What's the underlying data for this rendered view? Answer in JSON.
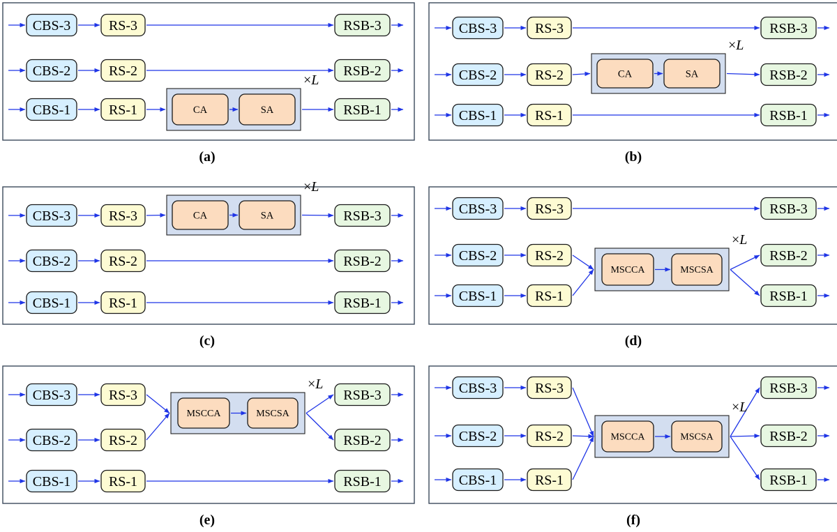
{
  "blocks": {
    "cbs3": "CBS-3",
    "cbs2": "CBS-2",
    "cbs1": "CBS-1",
    "rs3": "RS-3",
    "rs2": "RS-2",
    "rs1": "RS-1",
    "rsb3": "RSB-3",
    "rsb2": "RSB-2",
    "rsb1": "RSB-1",
    "ca": "CA",
    "sa": "SA",
    "mscca": "MSCCA",
    "mscsa": "MSCSA"
  },
  "repeat": {
    "symbol": "×",
    "variable": "L"
  },
  "panels": [
    {
      "caption": "(a)",
      "attention": "CA/SA",
      "inputs": [
        "RS-1"
      ],
      "outputs": [
        "RSB-1"
      ]
    },
    {
      "caption": "(b)",
      "attention": "CA/SA",
      "inputs": [
        "RS-2"
      ],
      "outputs": [
        "RSB-2"
      ]
    },
    {
      "caption": "(c)",
      "attention": "CA/SA",
      "inputs": [
        "RS-3"
      ],
      "outputs": [
        "RSB-3"
      ]
    },
    {
      "caption": "(d)",
      "attention": "MSCCA/MSCSA",
      "inputs": [
        "RS-2",
        "RS-1"
      ],
      "outputs": [
        "RSB-2",
        "RSB-1"
      ]
    },
    {
      "caption": "(e)",
      "attention": "MSCCA/MSCSA",
      "inputs": [
        "RS-3",
        "RS-2"
      ],
      "outputs": [
        "RSB-3",
        "RSB-2"
      ]
    },
    {
      "caption": "(f)",
      "attention": "MSCCA/MSCSA",
      "inputs": [
        "RS-3",
        "RS-2",
        "RS-1"
      ],
      "outputs": [
        "RSB-3",
        "RSB-2",
        "RSB-1"
      ]
    }
  ],
  "colors": {
    "arrow": "#1f35e6",
    "cbs_fill": "#d6efff",
    "rs_fill": "#fdfbd3",
    "rsb_fill": "#e7f7e1",
    "attention_fill": "#fcdcbf",
    "group_fill": "#d3def0",
    "panel_border": "#3c4a5c"
  }
}
